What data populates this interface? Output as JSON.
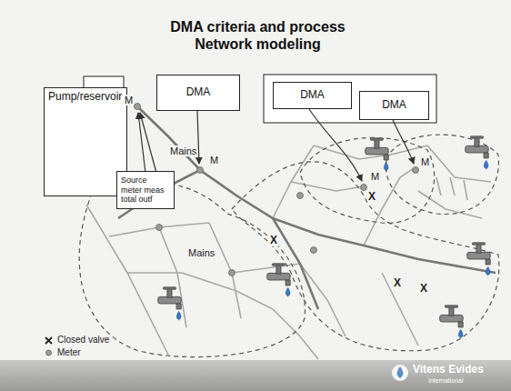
{
  "diagram": {
    "title": "DMA criteria and process Network modeling",
    "nodes": [
      {
        "text": [
          "Pump/reservoir"
        ]
      },
      {
        "text": [
          "DMA"
        ]
      },
      {
        "text": [
          "DMA"
        ]
      },
      {
        "text": [
          "DMA"
        ]
      },
      {
        "text": [
          "Source meter meas total outf"
        ]
      }
    ],
    "labels": [
      "M",
      "M",
      "Mains",
      "M",
      "M",
      "Mains",
      "X",
      "X",
      "X",
      "X",
      "Vitens Evides",
      "International"
    ],
    "legend": [
      {
        "text": "Closed valve"
      },
      {
        "text": "Meter"
      }
    ]
  }
}
